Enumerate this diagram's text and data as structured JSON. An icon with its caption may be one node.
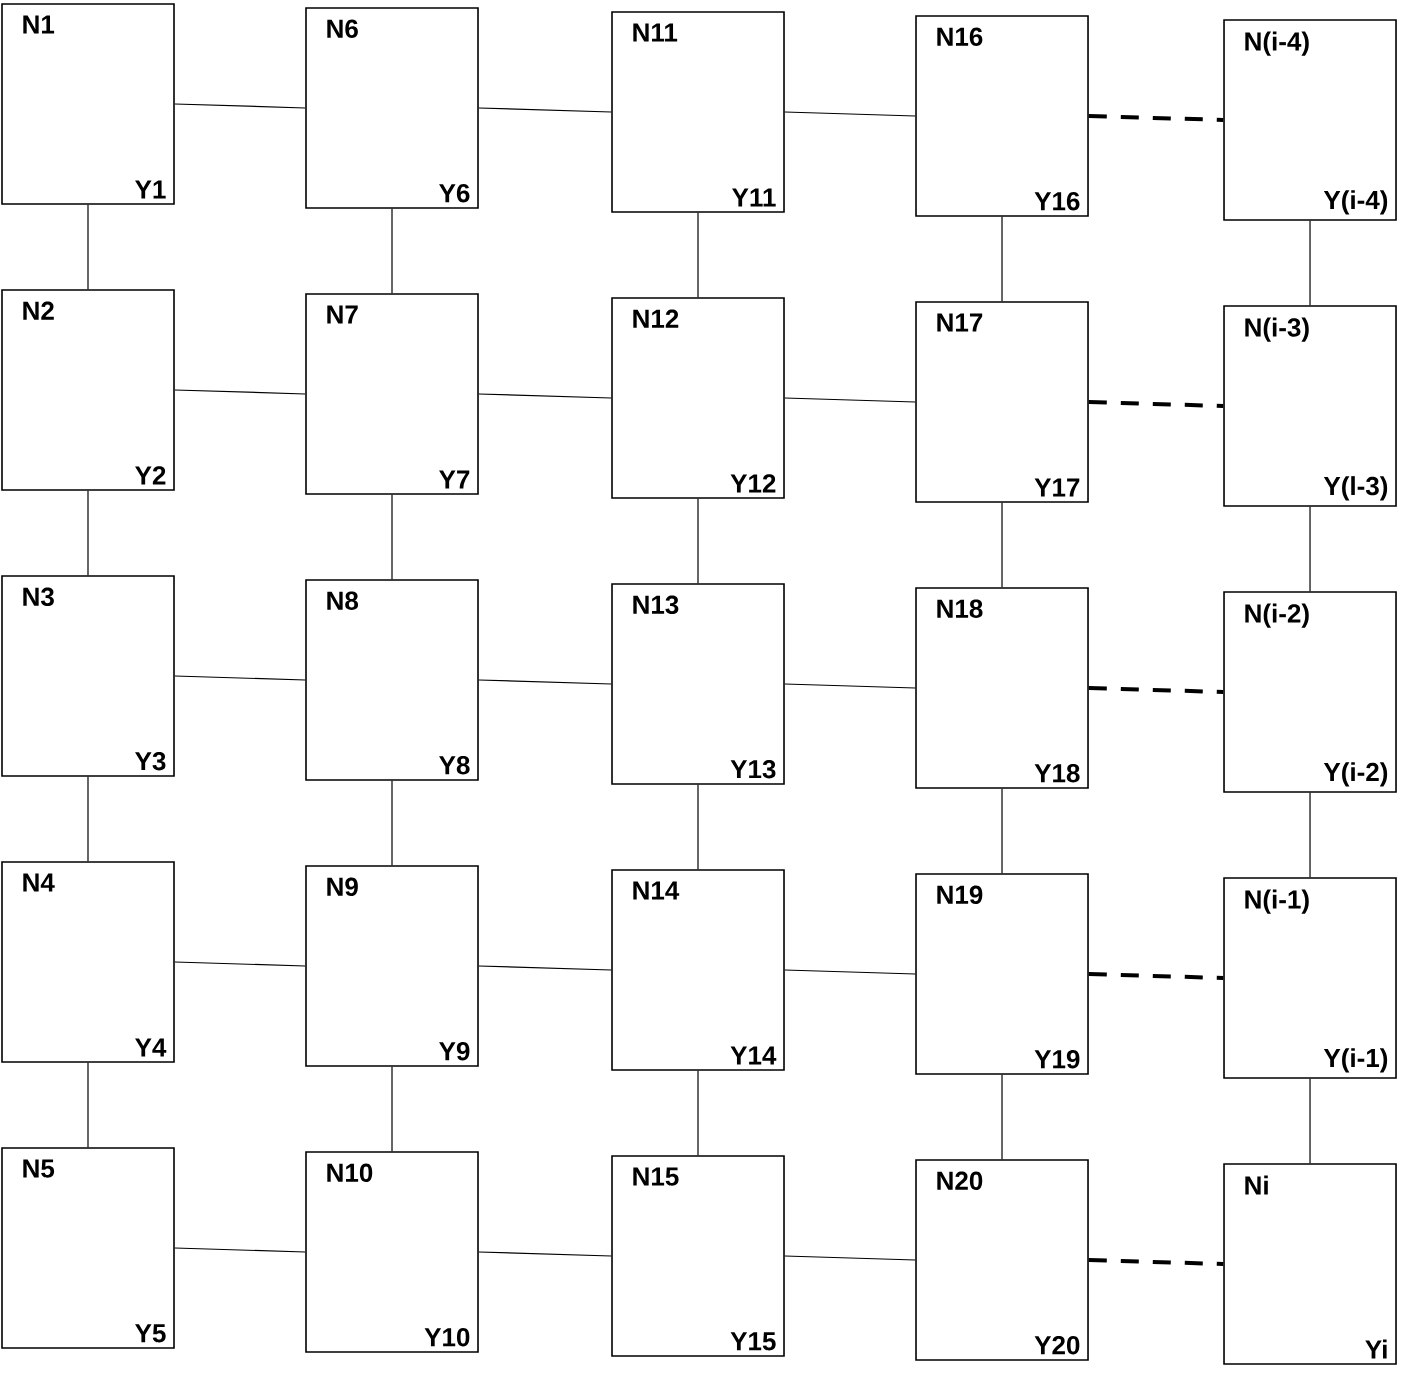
{
  "diagram": {
    "nodes": [
      {
        "text": [
          "N1",
          "Y1"
        ]
      },
      {
        "text": [
          "N2",
          "Y2"
        ]
      },
      {
        "text": [
          "N3",
          "Y3"
        ]
      },
      {
        "text": [
          "N4",
          "Y4"
        ]
      },
      {
        "text": [
          "N5",
          "Y5"
        ]
      },
      {
        "text": [
          "N6",
          "Y6"
        ]
      },
      {
        "text": [
          "N7",
          "Y7"
        ]
      },
      {
        "text": [
          "N8",
          "Y8"
        ]
      },
      {
        "text": [
          "N9",
          "Y9"
        ]
      },
      {
        "text": [
          "N10",
          "Y10"
        ]
      },
      {
        "text": [
          "N11",
          "Y11"
        ]
      },
      {
        "text": [
          "N12",
          "Y12"
        ]
      },
      {
        "text": [
          "N13",
          "Y13"
        ]
      },
      {
        "text": [
          "N14",
          "Y14"
        ]
      },
      {
        "text": [
          "N15",
          "Y15"
        ]
      },
      {
        "text": [
          "N16",
          "Y16"
        ]
      },
      {
        "text": [
          "N17",
          "Y17"
        ]
      },
      {
        "text": [
          "N18",
          "Y18"
        ]
      },
      {
        "text": [
          "N19",
          "Y19"
        ]
      },
      {
        "text": [
          "N20",
          "Y20"
        ]
      },
      {
        "text": [
          "N(i-4)",
          "Y(i-4)"
        ]
      },
      {
        "text": [
          "N(i-3)",
          "Y(l-3)"
        ]
      },
      {
        "text": [
          "N(i-2)",
          "Y(i-2)"
        ]
      },
      {
        "text": [
          "N(i-1)",
          "Y(i-1)"
        ]
      },
      {
        "text": [
          "Ni",
          "Yi"
        ]
      }
    ],
    "edges": [
      {
        "from": 0,
        "to": 1,
        "arrow": "none"
      },
      {
        "from": 1,
        "to": 2,
        "arrow": "none"
      },
      {
        "from": 2,
        "to": 3,
        "arrow": "none"
      },
      {
        "from": 3,
        "to": 4,
        "arrow": "none"
      },
      {
        "from": 5,
        "to": 6,
        "arrow": "none"
      },
      {
        "from": 6,
        "to": 7,
        "arrow": "none"
      },
      {
        "from": 7,
        "to": 8,
        "arrow": "none"
      },
      {
        "from": 8,
        "to": 9,
        "arrow": "none"
      },
      {
        "from": 10,
        "to": 11,
        "arrow": "none"
      },
      {
        "from": 11,
        "to": 12,
        "arrow": "none"
      },
      {
        "from": 12,
        "to": 13,
        "arrow": "none"
      },
      {
        "from": 13,
        "to": 14,
        "arrow": "none"
      },
      {
        "from": 15,
        "to": 16,
        "arrow": "none"
      },
      {
        "from": 16,
        "to": 17,
        "arrow": "none"
      },
      {
        "from": 17,
        "to": 18,
        "arrow": "none"
      },
      {
        "from": 18,
        "to": 19,
        "arrow": "none"
      },
      {
        "from": 20,
        "to": 21,
        "arrow": "none"
      },
      {
        "from": 21,
        "to": 22,
        "arrow": "none"
      },
      {
        "from": 22,
        "to": 23,
        "arrow": "none"
      },
      {
        "from": 23,
        "to": 24,
        "arrow": "none"
      },
      {
        "from": 0,
        "to": 5,
        "arrow": "none"
      },
      {
        "from": 5,
        "to": 10,
        "arrow": "none"
      },
      {
        "from": 10,
        "to": 15,
        "arrow": "none"
      },
      {
        "from": 15,
        "to": 20,
        "arrow": "none",
        "style": "dashed"
      },
      {
        "from": 1,
        "to": 6,
        "arrow": "none"
      },
      {
        "from": 6,
        "to": 11,
        "arrow": "none"
      },
      {
        "from": 11,
        "to": 16,
        "arrow": "none"
      },
      {
        "from": 16,
        "to": 21,
        "arrow": "none",
        "style": "dashed"
      },
      {
        "from": 2,
        "to": 7,
        "arrow": "none"
      },
      {
        "from": 7,
        "to": 12,
        "arrow": "none"
      },
      {
        "from": 12,
        "to": 17,
        "arrow": "none"
      },
      {
        "from": 17,
        "to": 22,
        "arrow": "none",
        "style": "dashed"
      },
      {
        "from": 3,
        "to": 8,
        "arrow": "none"
      },
      {
        "from": 8,
        "to": 13,
        "arrow": "none"
      },
      {
        "from": 13,
        "to": 18,
        "arrow": "none"
      },
      {
        "from": 18,
        "to": 23,
        "arrow": "none",
        "style": "dashed"
      },
      {
        "from": 4,
        "to": 9,
        "arrow": "none"
      },
      {
        "from": 9,
        "to": 14,
        "arrow": "none"
      },
      {
        "from": 14,
        "to": 19,
        "arrow": "none"
      },
      {
        "from": 19,
        "to": 24,
        "arrow": "none",
        "style": "dashed"
      }
    ]
  }
}
